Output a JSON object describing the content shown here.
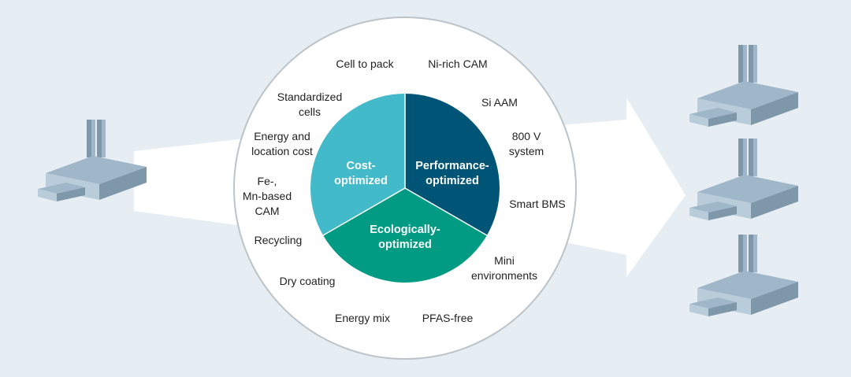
{
  "colors": {
    "background": "#e6eef4",
    "arrow": "#ffffff",
    "circle_fill": "#ffffff",
    "circle_stroke": "#bcc3c9",
    "cost_segment": "#43bac9",
    "performance_segment": "#005577",
    "ecological_segment": "#009b82",
    "factory_roof": "#9fb7c8",
    "factory_side": "#7e97a9",
    "factory_front": "#b9ccd9"
  },
  "icons": {
    "factory": "factory-icon"
  },
  "segments": {
    "cost": "Cost-\noptimized",
    "performance": "Performance-\noptimized",
    "ecological": "Ecologically-\noptimized"
  },
  "labels": {
    "cell_to_pack": "Cell to pack",
    "ni_rich_cam": "Ni-rich CAM",
    "standardized_cells": "Standardized\ncells",
    "si_aam": "Si AAM",
    "energy_location_cost": "Energy and\nlocation cost",
    "system_800v": "800 V\nsystem",
    "fe_mn_cam": "Fe-,\nMn-based\nCAM",
    "smart_bms": "Smart BMS",
    "recycling": "Recycling",
    "mini_environments": "Mini\nenvironments",
    "dry_coating": "Dry coating",
    "energy_mix": "Energy mix",
    "pfas_free": "PFAS-free"
  }
}
